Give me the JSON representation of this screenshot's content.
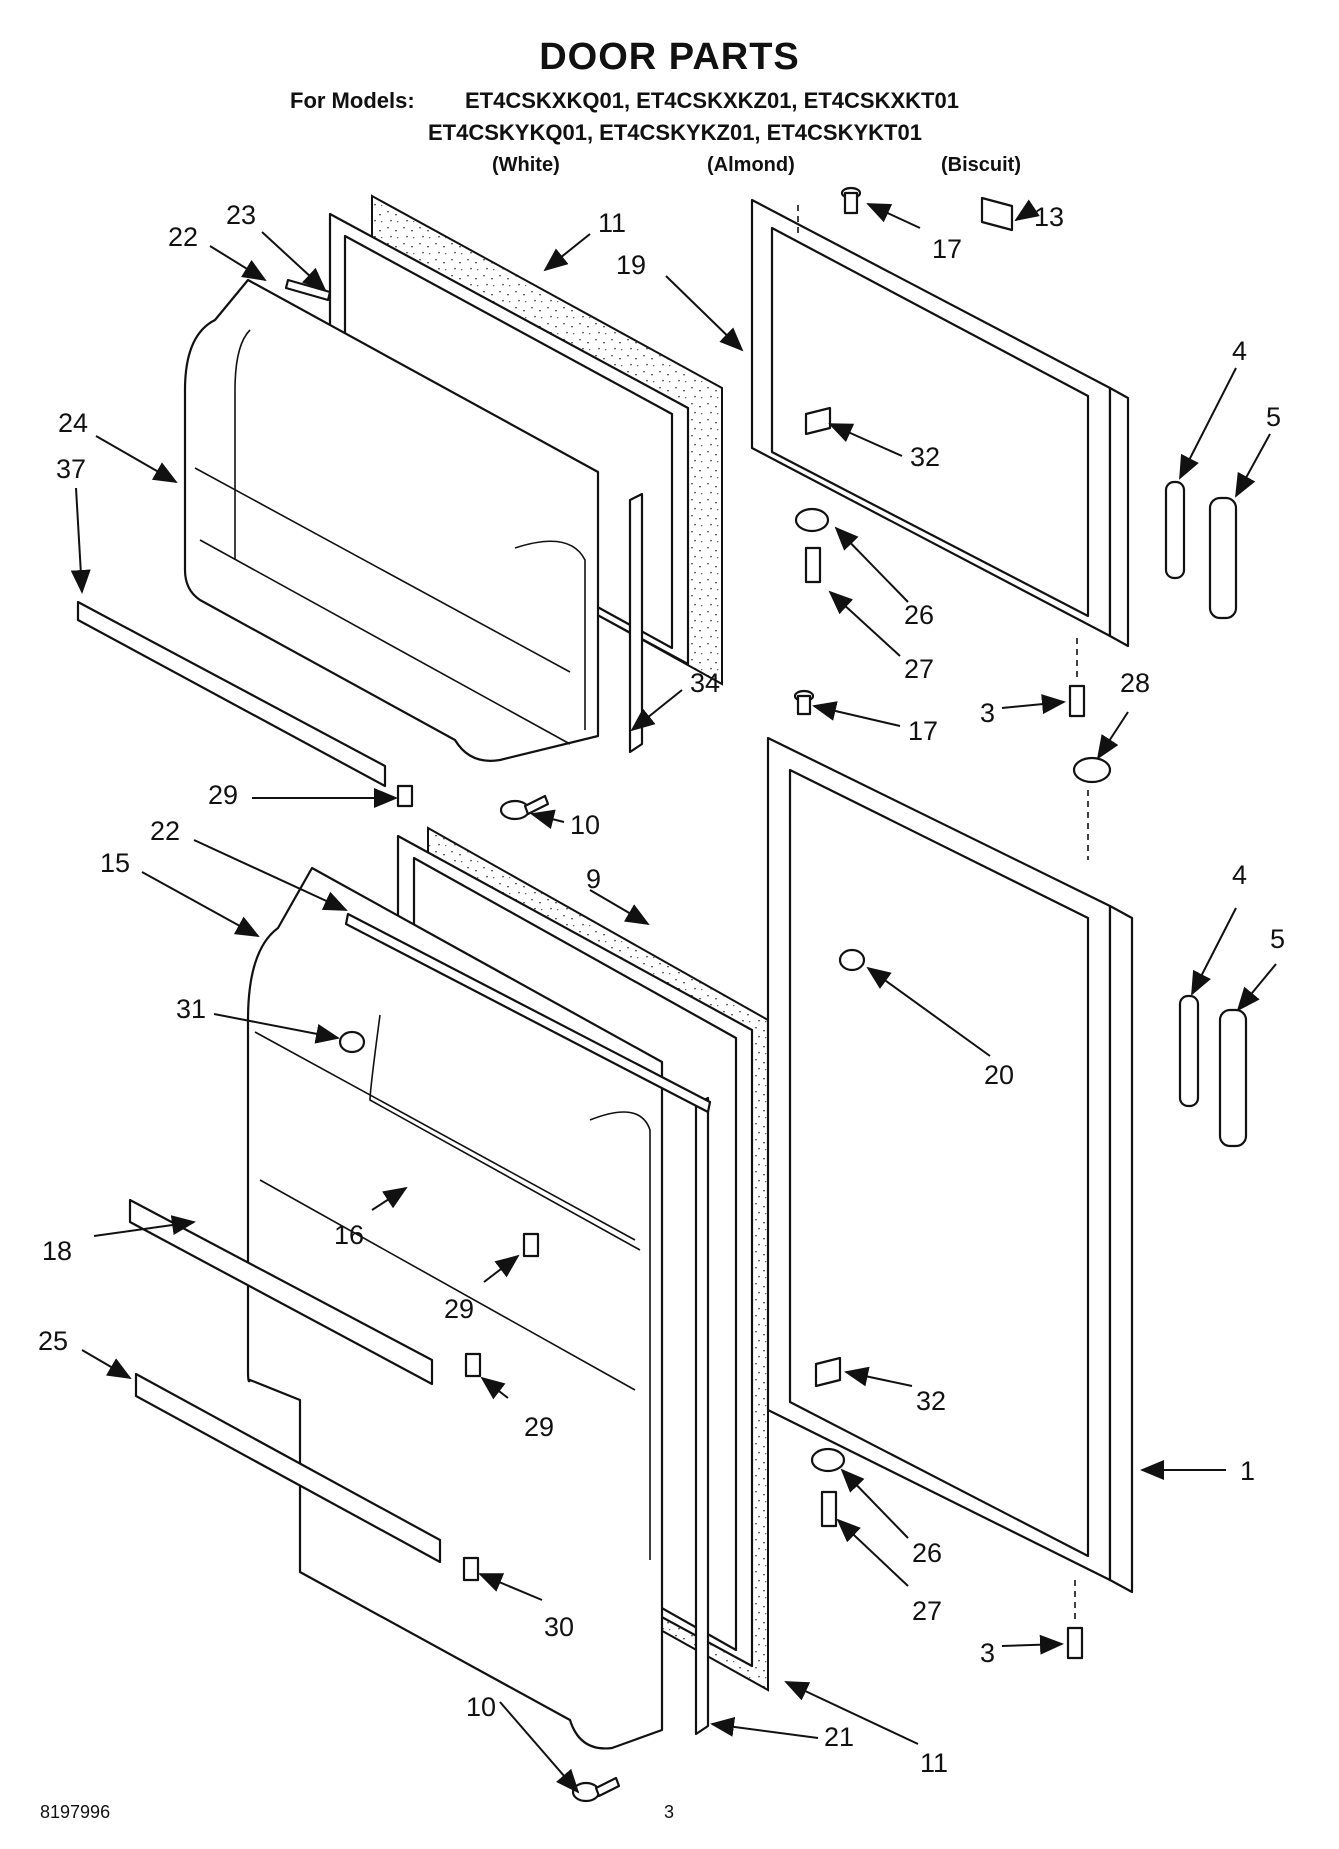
{
  "header": {
    "title": "DOOR PARTS",
    "models_prefix": "For Models:",
    "models_line1": "ET4CSKXKQ01, ET4CSKXKZ01, ET4CSKXKT01",
    "models_line2": "ET4CSKYKQ01, ET4CSKYKZ01, ET4CSKYKT01",
    "colors": [
      "(White)",
      "(Almond)",
      "(Biscuit)"
    ]
  },
  "callouts": {
    "upper": [
      "23",
      "22",
      "11",
      "19",
      "17",
      "13",
      "4",
      "5",
      "24",
      "37",
      "32",
      "26",
      "27",
      "34",
      "29",
      "10",
      "3",
      "28",
      "17"
    ],
    "lower": [
      "22",
      "15",
      "9",
      "4",
      "5",
      "31",
      "20",
      "18",
      "16",
      "29",
      "25",
      "29",
      "32",
      "1",
      "26",
      "27",
      "30",
      "3",
      "11",
      "10",
      "21"
    ]
  },
  "footer": {
    "doc_number": "8197996",
    "page_number": "3"
  }
}
